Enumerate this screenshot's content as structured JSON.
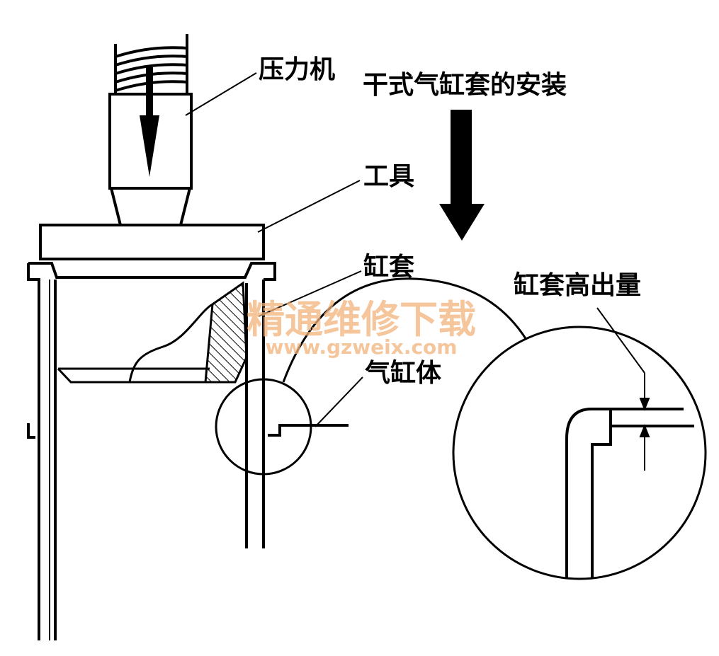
{
  "labels": {
    "press": "压力机",
    "title": "干式气缸套的安装",
    "tool": "工具",
    "liner": "缸套",
    "protrusion": "缸套高出量",
    "block": "气缸体"
  },
  "watermark": {
    "line1": "精通维修下载",
    "line2": "www.gzweix.com"
  },
  "colors": {
    "ink": "#000000",
    "watermark": "#f2b27a",
    "background": "#ffffff"
  }
}
